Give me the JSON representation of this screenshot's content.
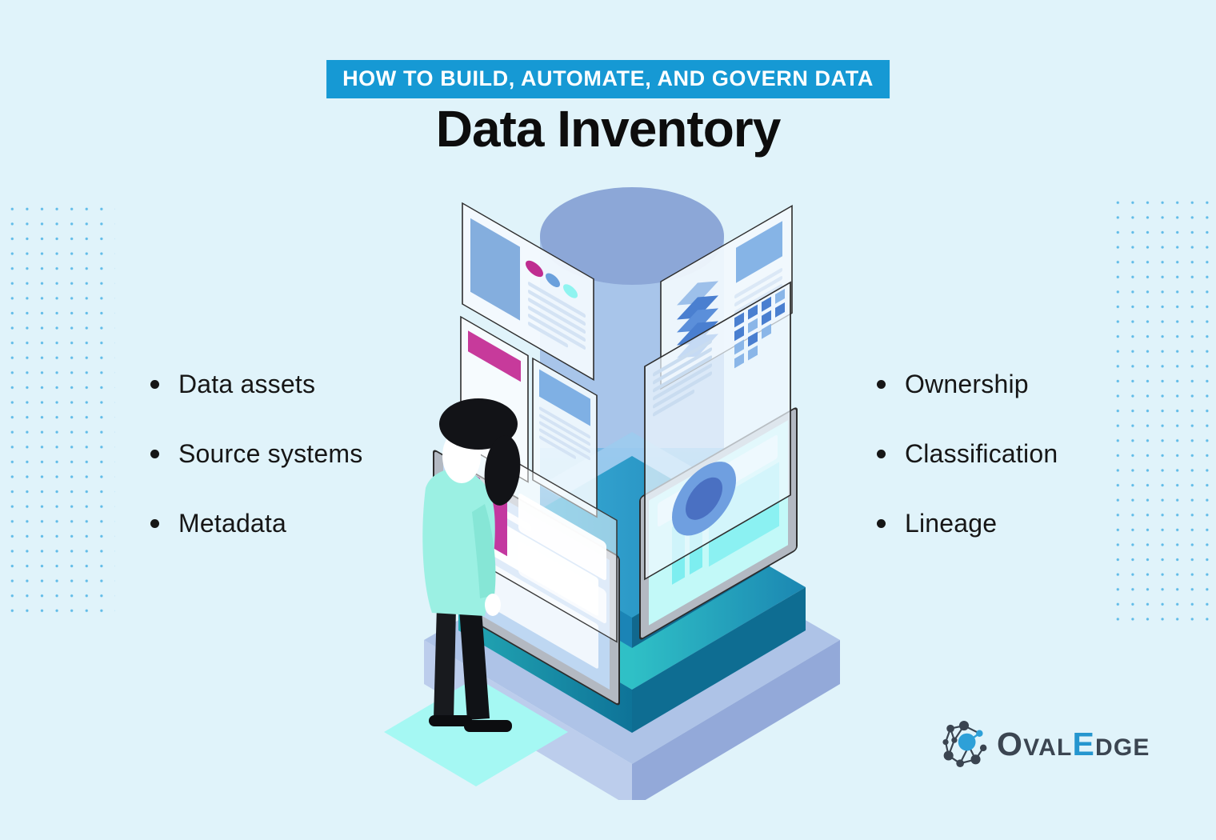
{
  "banner": {
    "label": "HOW TO BUILD, AUTOMATE, AND GOVERN DATA"
  },
  "title": "Data Inventory",
  "bullets": {
    "left": [
      "Data assets",
      "Source systems",
      "Metadata"
    ],
    "right": [
      "Ownership",
      "Classification",
      "Lineage"
    ]
  },
  "logo": {
    "brand": "OvalEdge",
    "parts": {
      "p1": "O",
      "p2": "VAL",
      "p3": "E",
      "p4": "DGE"
    }
  },
  "illustration": {
    "icons": [
      "database-cylinder",
      "dashboard-panels",
      "layer-stack-icon",
      "donut-chart-icon",
      "bar-chart-icon",
      "platform-base",
      "person-viewing"
    ]
  },
  "colors": {
    "background": "#e0f3fa",
    "banner_bg": "#1699d4",
    "banner_fg": "#ffffff",
    "text": "#161616",
    "dot_pattern": "#41aee4",
    "logo_dark": "#3b4551",
    "logo_accent": "#2596cf",
    "cylinder_top": "#8ca7d7",
    "cylinder_body": "#a8c5ea",
    "panel_blue": "#84aede",
    "magenta": "#c4389c",
    "cyan_screen": "#aef5f3",
    "teal_platform": "#2fb9c2",
    "periwinkle_platform": "#aec3e7",
    "shirt_mint": "#9bf0e3"
  }
}
